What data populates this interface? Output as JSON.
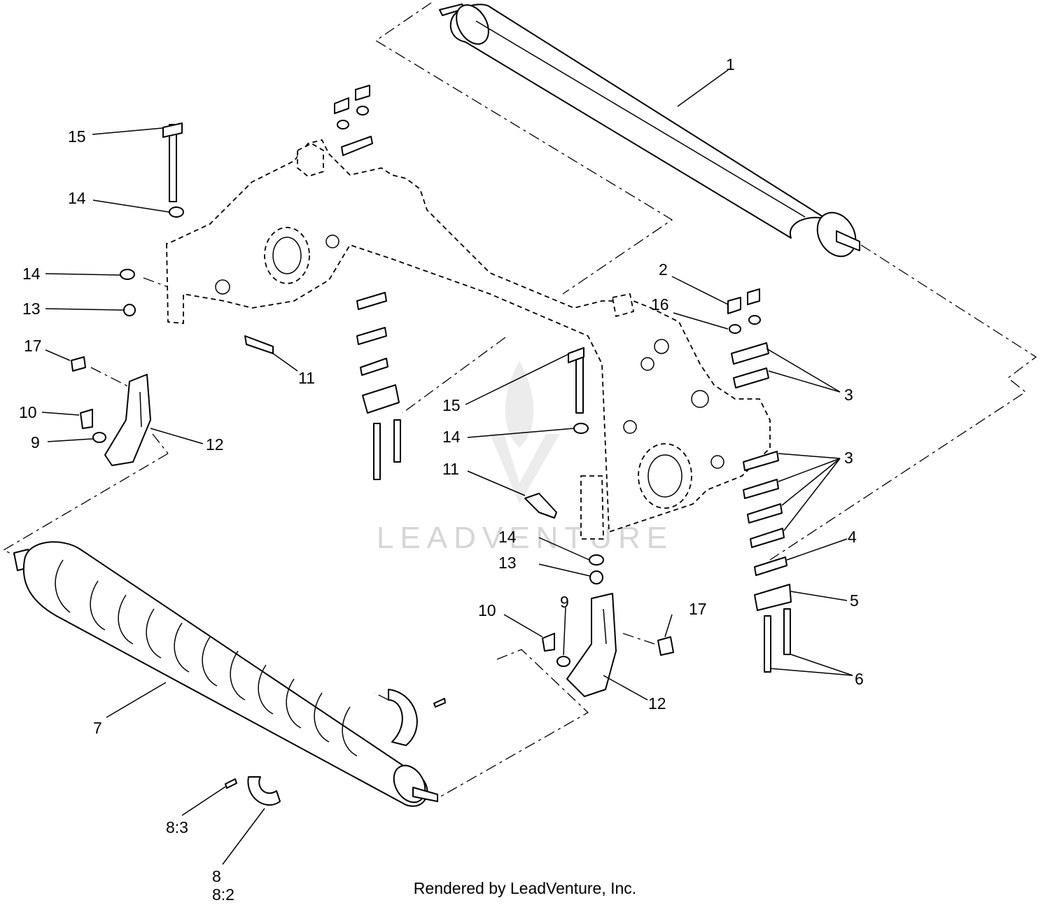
{
  "callouts": [
    {
      "id": "c1",
      "text": "1"
    },
    {
      "id": "c2",
      "text": "2"
    },
    {
      "id": "c3a",
      "text": "3"
    },
    {
      "id": "c3b",
      "text": "3"
    },
    {
      "id": "c4",
      "text": "4"
    },
    {
      "id": "c5",
      "text": "5"
    },
    {
      "id": "c6",
      "text": "6"
    },
    {
      "id": "c7",
      "text": "7"
    },
    {
      "id": "c8",
      "text": "8"
    },
    {
      "id": "c8-2",
      "text": "8:2"
    },
    {
      "id": "c8-3",
      "text": "8:3"
    },
    {
      "id": "c9a",
      "text": "9"
    },
    {
      "id": "c9b",
      "text": "9"
    },
    {
      "id": "c10a",
      "text": "10"
    },
    {
      "id": "c10b",
      "text": "10"
    },
    {
      "id": "c11a",
      "text": "11"
    },
    {
      "id": "c11b",
      "text": "11"
    },
    {
      "id": "c12a",
      "text": "12"
    },
    {
      "id": "c12b",
      "text": "12"
    },
    {
      "id": "c13a",
      "text": "13"
    },
    {
      "id": "c13b",
      "text": "13"
    },
    {
      "id": "c14a",
      "text": "14"
    },
    {
      "id": "c14b",
      "text": "14"
    },
    {
      "id": "c14c",
      "text": "14"
    },
    {
      "id": "c14d",
      "text": "14"
    },
    {
      "id": "c15a",
      "text": "15"
    },
    {
      "id": "c15b",
      "text": "15"
    },
    {
      "id": "c16",
      "text": "16"
    },
    {
      "id": "c17a",
      "text": "17"
    },
    {
      "id": "c17b",
      "text": "17"
    }
  ],
  "watermark": "LEADVENTURE",
  "footer": "Rendered by LeadVenture, Inc."
}
